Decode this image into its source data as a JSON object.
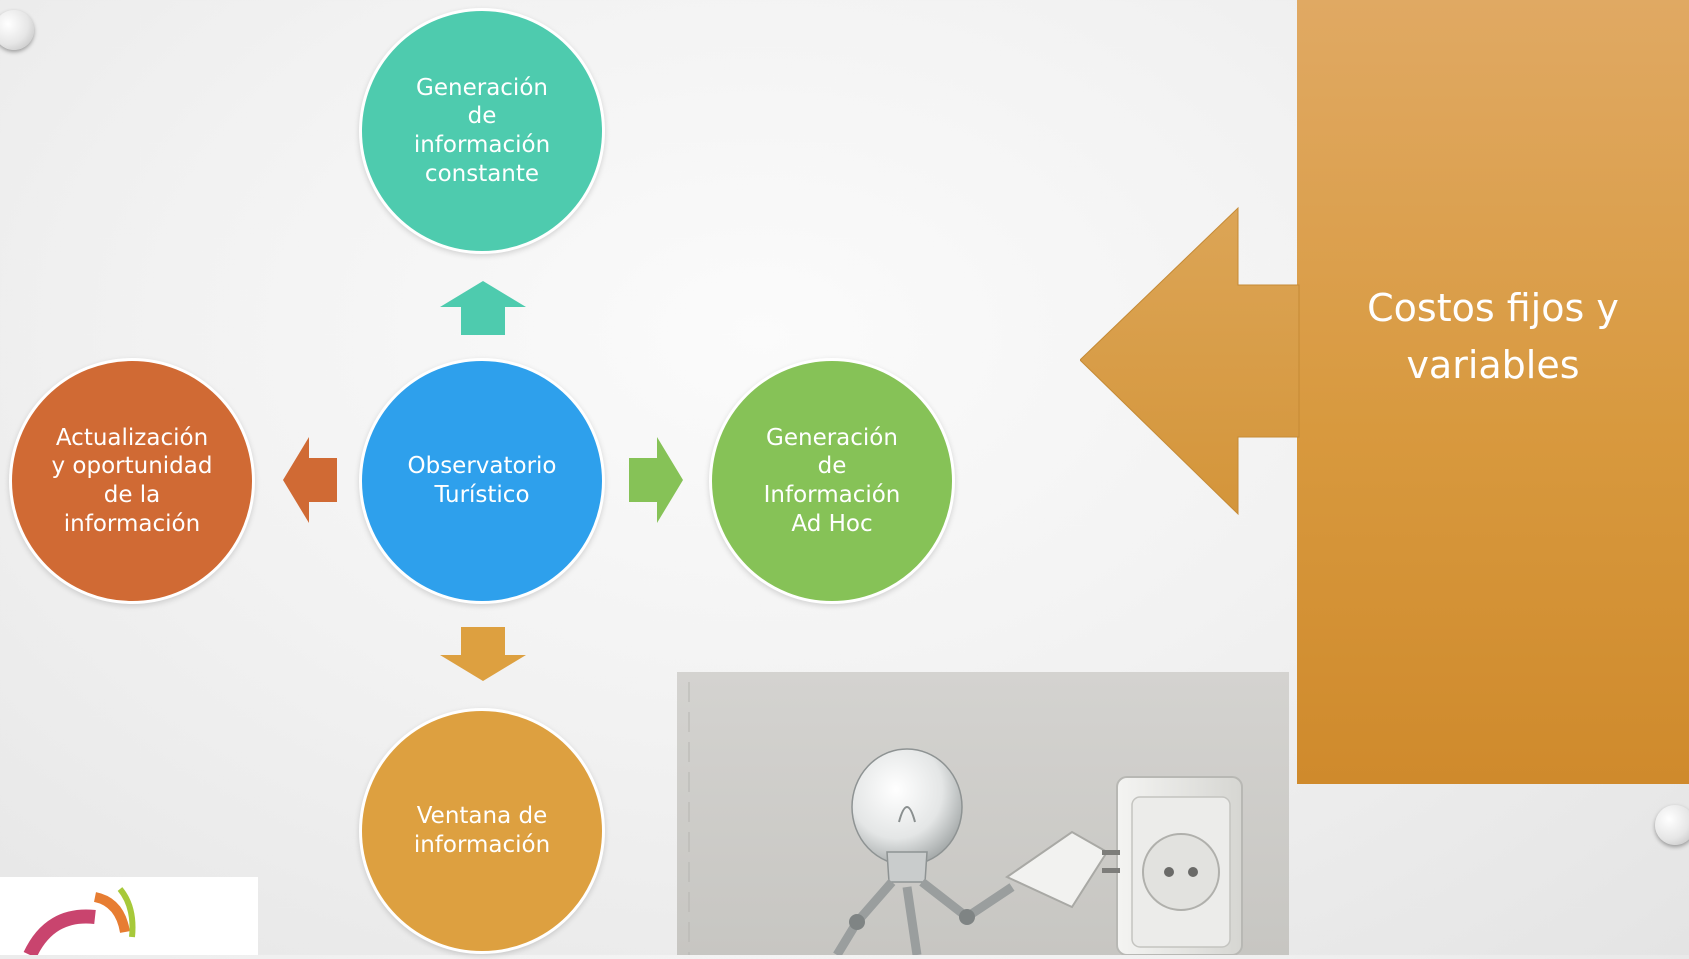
{
  "diagram": {
    "center": {
      "label": "Observatorio\nTurístico",
      "color": "#2ea0ec"
    },
    "top": {
      "label": "Generación\nde\ninformación\nconstante",
      "color": "#4ecbae"
    },
    "right": {
      "label": "Generación\nde\nInformación\nAd Hoc",
      "color": "#86c257"
    },
    "bottom": {
      "label": "Ventana de\ninformación",
      "color": "#dda040"
    },
    "left": {
      "label": "Actualización\ny oportunidad\nde la\ninformación",
      "color": "#d06a34"
    }
  },
  "side_callout": {
    "label": "Costos fijos y\nvariables",
    "color": "#d99a42"
  }
}
